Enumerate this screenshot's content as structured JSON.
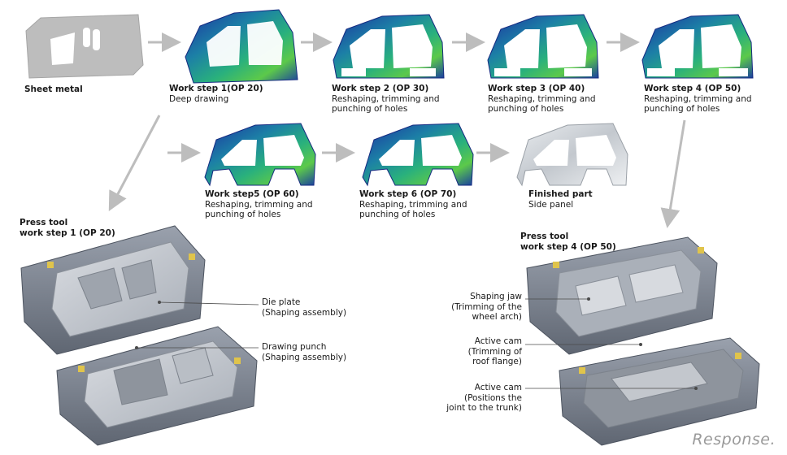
{
  "stages": [
    {
      "title": "Sheet metal",
      "desc": ""
    },
    {
      "title": "Work step 1(OP 20)",
      "desc": "Deep drawing"
    },
    {
      "title": "Work step 2 (OP 30)",
      "desc": "Reshaping, trimming and punching of holes"
    },
    {
      "title": "Work step 3 (OP 40)",
      "desc": "Reshaping, trimming and punching of holes"
    },
    {
      "title": "Work step 4 (OP 50)",
      "desc": "Reshaping, trimming and punching of holes"
    },
    {
      "title": "Work step5  (OP 60)",
      "desc": "Reshaping, trimming and punching of holes"
    },
    {
      "title": "Work step 6 (OP 70)",
      "desc": "Reshaping, trimming and punching of holes"
    },
    {
      "title": "Finished part",
      "desc": "Side panel"
    }
  ],
  "press1": {
    "title_line1": "Press tool",
    "title_line2": "work step 1 (OP 20)",
    "labels": [
      {
        "line1": "Die plate",
        "line2": "(Shaping assembly)"
      },
      {
        "line1": "Drawing punch",
        "line2": "(Shaping assembly)"
      }
    ]
  },
  "press4": {
    "title_line1": "Press tool",
    "title_line2": "work step 4 (OP 50)",
    "labels": [
      {
        "line1": "Shaping jaw",
        "line2": "(Trimming of the",
        "line3": "wheel arch)"
      },
      {
        "line1": "Active cam",
        "line2": "(Trimming of",
        "line3": "roof flange)"
      },
      {
        "line1": "Active cam",
        "line2": "(Positions the",
        "line3": "joint to the trunk)"
      }
    ]
  },
  "watermark": "Response.",
  "colors": {
    "sim_blue": "#1e3aa8",
    "sim_teal": "#17a38c",
    "sim_green": "#4cc24a",
    "arrow_gray": "#bdbdbd",
    "tool_gray": "#7d8593",
    "metal_silver": "#cfd3d8"
  }
}
